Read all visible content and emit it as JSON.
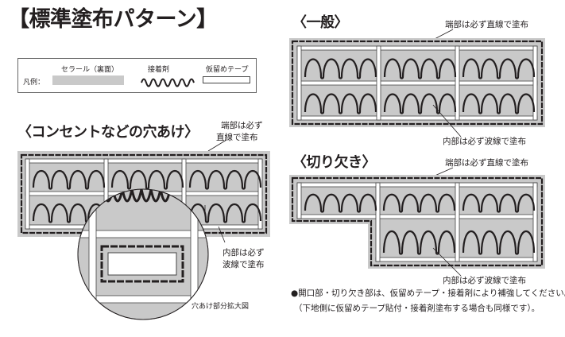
{
  "title": "【標準塗布パターン】",
  "legend": {
    "prefix": "凡例：",
    "items": [
      {
        "label": "セラール（裏面）"
      },
      {
        "label": "接着剤"
      },
      {
        "label": "仮留めテープ"
      }
    ]
  },
  "sections": {
    "outlet": {
      "heading": "〈コンセントなどの穴あけ〉",
      "callout_edge": [
        "端部は必ず",
        "直線で塗布"
      ],
      "callout_inner": [
        "内部は必ず",
        "波線で塗布"
      ],
      "zoom_caption": "穴あけ部分拡大図"
    },
    "general": {
      "heading": "〈一般〉",
      "callout_edge": "端部は必ず直線で塗布",
      "callout_inner": "内部は必ず波線で塗布"
    },
    "notch": {
      "heading": "〈切り欠き〉",
      "callout_edge": "端部は必ず直線で塗布",
      "callout_inner": "内部は必ず波線で塗布"
    }
  },
  "footnotes": [
    "●開口部・切り欠き部は、仮留めテープ・接着剤により補強してください。",
    "（下地側に仮留めテープ貼付・接着剤塗布する場合も同様です）。"
  ],
  "colors": {
    "panel": "#c9c9c9",
    "line": "#231f20"
  }
}
